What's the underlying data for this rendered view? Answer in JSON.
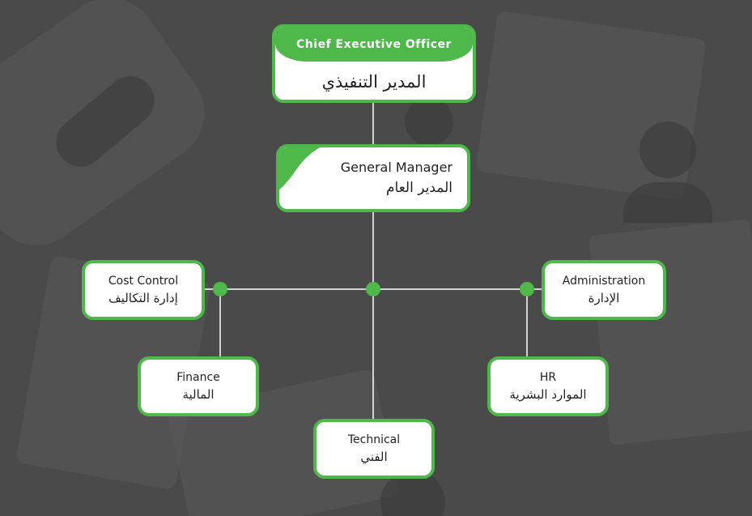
{
  "ceo": {
    "title_en": "Chief Executive Officer",
    "title_ar": "المدير التنفيذي"
  },
  "gm": {
    "title_en": "General Manager",
    "title_ar": "المدير العام"
  },
  "units": {
    "cost_control": {
      "en": "Cost Control",
      "ar": "إدارة التكاليف"
    },
    "administration": {
      "en": "Administration",
      "ar": "الإدارة"
    },
    "finance": {
      "en": "Finance",
      "ar": "المالية"
    },
    "hr": {
      "en": "HR",
      "ar": "الموارد البشرية"
    },
    "technical": {
      "en": "Technical",
      "ar": "الفني"
    }
  },
  "colors": {
    "accent": "#4fb84a",
    "background": "#4a4a4a",
    "box": "#ffffff",
    "line": "#ffffff"
  }
}
